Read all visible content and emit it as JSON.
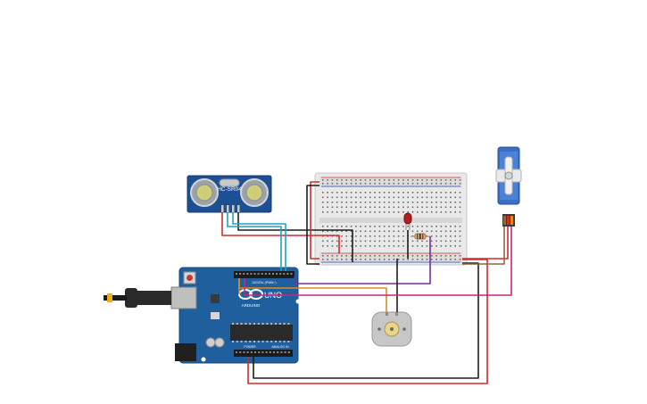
{
  "sensor": {
    "model": "HC-SR04"
  },
  "arduino": {
    "logo_text": "ARDUINO",
    "board_text": "UNO",
    "header_digital": "DIGITAL (PWM~)",
    "header_power": "POWER",
    "header_analog": "ANALOG IN"
  },
  "components": {
    "breadboard": "breadboard",
    "led": "red LED",
    "resistor": "resistor",
    "dc_motor": "DC motor",
    "servo": "micro servo",
    "usb_cable": "USB cable"
  },
  "colors": {
    "board_blue": "#1f5f9e",
    "sensor_blue": "#1d4f94",
    "wire_red": "#d42a2a",
    "wire_black": "#1d1d1d",
    "wire_cyan": "#1aa3c9",
    "wire_orange": "#e08a1a",
    "wire_purple": "#7a2fa0",
    "wire_magenta": "#d0237a",
    "servo_blue": "#3a6fc4"
  }
}
